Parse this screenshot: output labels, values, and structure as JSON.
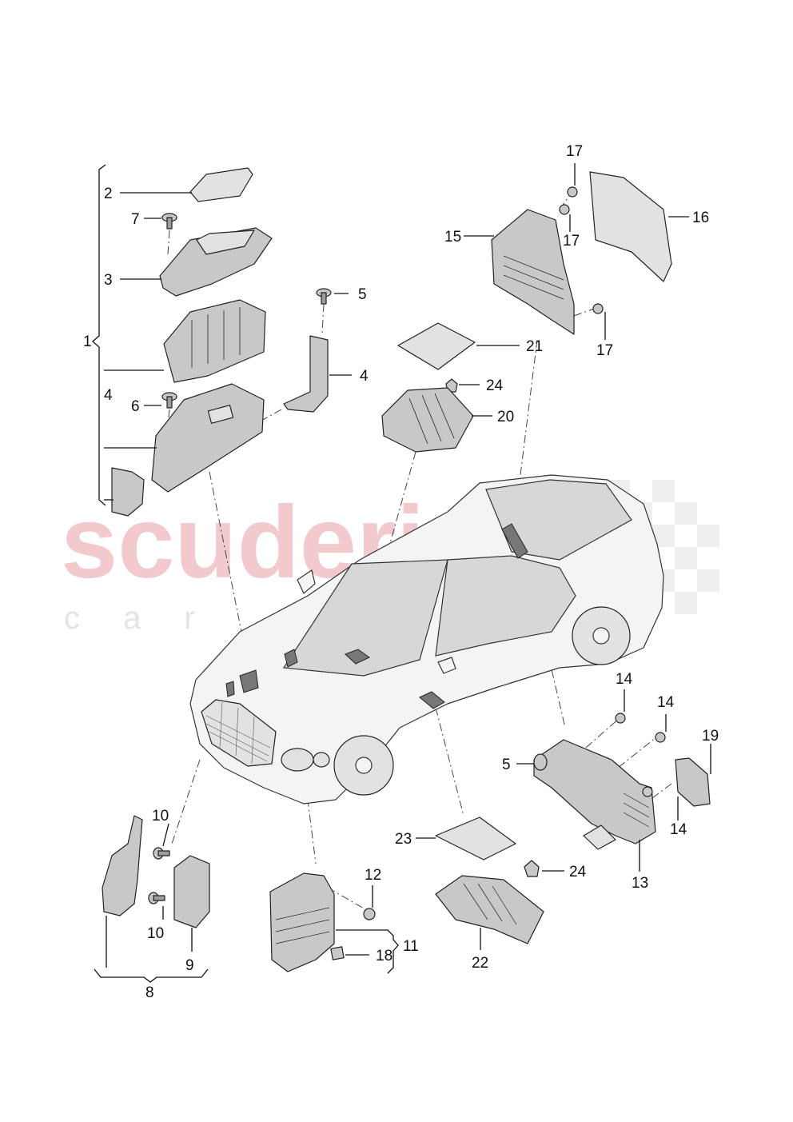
{
  "watermark": {
    "brand": "scuderia",
    "subtitle": "car parts"
  },
  "callouts": [
    {
      "id": "c1",
      "text": "1"
    },
    {
      "id": "c2",
      "text": "2"
    },
    {
      "id": "c3",
      "text": "3"
    },
    {
      "id": "c4a",
      "text": "4"
    },
    {
      "id": "c4b",
      "text": "4"
    },
    {
      "id": "c5a",
      "text": "5"
    },
    {
      "id": "c5b",
      "text": "5"
    },
    {
      "id": "c6",
      "text": "6"
    },
    {
      "id": "c7",
      "text": "7"
    },
    {
      "id": "c8",
      "text": "8"
    },
    {
      "id": "c9",
      "text": "9"
    },
    {
      "id": "c10a",
      "text": "10"
    },
    {
      "id": "c10b",
      "text": "10"
    },
    {
      "id": "c11",
      "text": "11"
    },
    {
      "id": "c12",
      "text": "12"
    },
    {
      "id": "c13",
      "text": "13"
    },
    {
      "id": "c14a",
      "text": "14"
    },
    {
      "id": "c14b",
      "text": "14"
    },
    {
      "id": "c14c",
      "text": "14"
    },
    {
      "id": "c15",
      "text": "15"
    },
    {
      "id": "c16",
      "text": "16"
    },
    {
      "id": "c17a",
      "text": "17"
    },
    {
      "id": "c17b",
      "text": "17"
    },
    {
      "id": "c17c",
      "text": "17"
    },
    {
      "id": "c18",
      "text": "18"
    },
    {
      "id": "c19",
      "text": "19"
    },
    {
      "id": "c20",
      "text": "20"
    },
    {
      "id": "c21",
      "text": "21"
    },
    {
      "id": "c22",
      "text": "22"
    },
    {
      "id": "c23",
      "text": "23"
    },
    {
      "id": "c24a",
      "text": "24"
    },
    {
      "id": "c24b",
      "text": "24"
    }
  ]
}
